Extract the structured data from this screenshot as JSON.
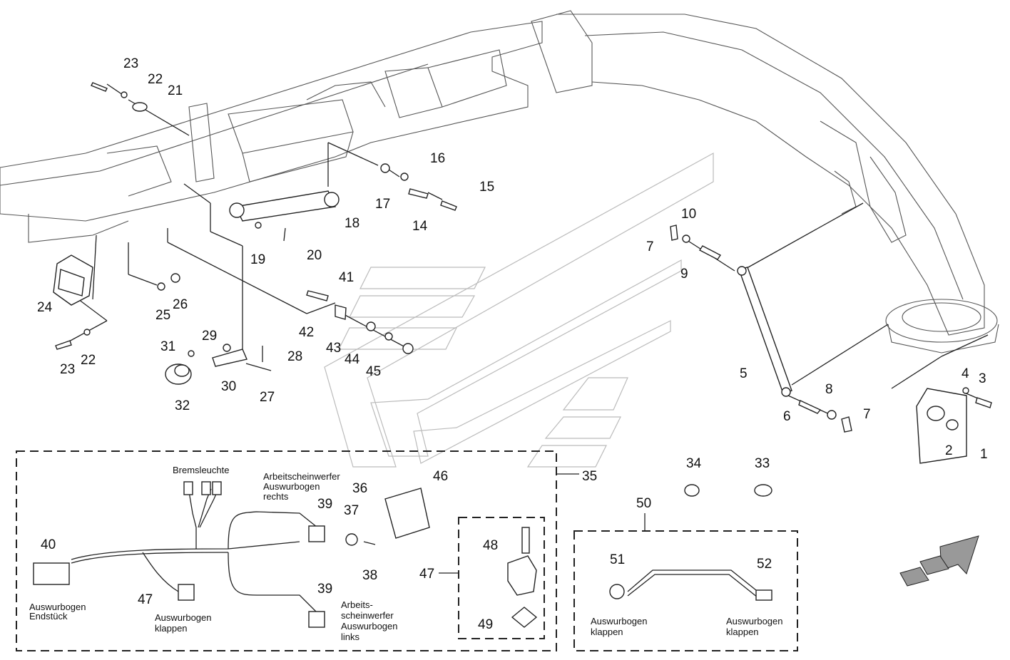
{
  "callouts": {
    "n1": "1",
    "n2": "2",
    "n3": "3",
    "n4": "4",
    "n5": "5",
    "n6": "6",
    "n7": "7",
    "n8": "8",
    "n9": "9",
    "n10": "10",
    "n14": "14",
    "n15": "15",
    "n16": "16",
    "n17": "17",
    "n18": "18",
    "n19": "19",
    "n20": "20",
    "n21": "21",
    "n22": "22",
    "n23": "23",
    "n24": "24",
    "n25": "25",
    "n26": "26",
    "n27": "27",
    "n28": "28",
    "n29": "29",
    "n30": "30",
    "n31": "31",
    "n32": "32",
    "n33": "33",
    "n34": "34",
    "n35": "35",
    "n36": "36",
    "n37": "37",
    "n38": "38",
    "n39": "39",
    "n40": "40",
    "n41": "41",
    "n42": "42",
    "n43": "43",
    "n44": "44",
    "n45": "45",
    "n46": "46",
    "n47": "47",
    "n48": "48",
    "n49": "49",
    "n50": "50",
    "n51": "51",
    "n52": "52"
  },
  "labels": {
    "bremsleuchte": "Bremsleuchte",
    "arbeitsscheinwerfer_rechts": [
      "Arbeitscheinwerfer",
      "Auswurbogen",
      "rechts"
    ],
    "arbeitsscheinwerfer_links": [
      "Arbeits-",
      "scheinwerfer",
      "Auswurbogen",
      "links"
    ],
    "auswurbogen_endstueck": [
      "Auswurbogen",
      "Endstück"
    ],
    "auswurbogen_klappen": [
      "Auswurbogen",
      "klappen"
    ]
  },
  "colors": {
    "line": "#222222",
    "watermark": "#bbbbbb",
    "background": "#ffffff"
  }
}
